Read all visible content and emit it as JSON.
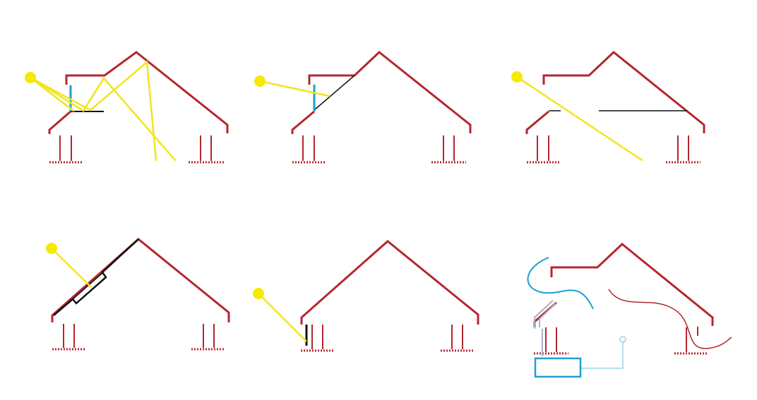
{
  "title": "",
  "colors": {
    "house": "#b5262f",
    "sun": "#f5ea00",
    "ray": "#f2e51c",
    "wall": "#1e9fcf",
    "beam": "#111111",
    "pipe": "#9fd3e6",
    "duct": "#aab0c8"
  },
  "panels": [
    {
      "id": "panel-1",
      "variant": "split-roof",
      "sun": true,
      "rays": 3
    },
    {
      "id": "panel-2",
      "variant": "split-roof-glazed",
      "sun": true,
      "rays": 1
    },
    {
      "id": "panel-3",
      "variant": "split-roof-open",
      "sun": true,
      "rays": 1
    },
    {
      "id": "panel-4",
      "variant": "roof-collector",
      "sun": true,
      "rays": 1
    },
    {
      "id": "panel-5",
      "variant": "plain-roof",
      "sun": true,
      "rays": 1
    },
    {
      "id": "panel-6",
      "variant": "split-roof-system",
      "sun": false,
      "rays": 0
    }
  ]
}
